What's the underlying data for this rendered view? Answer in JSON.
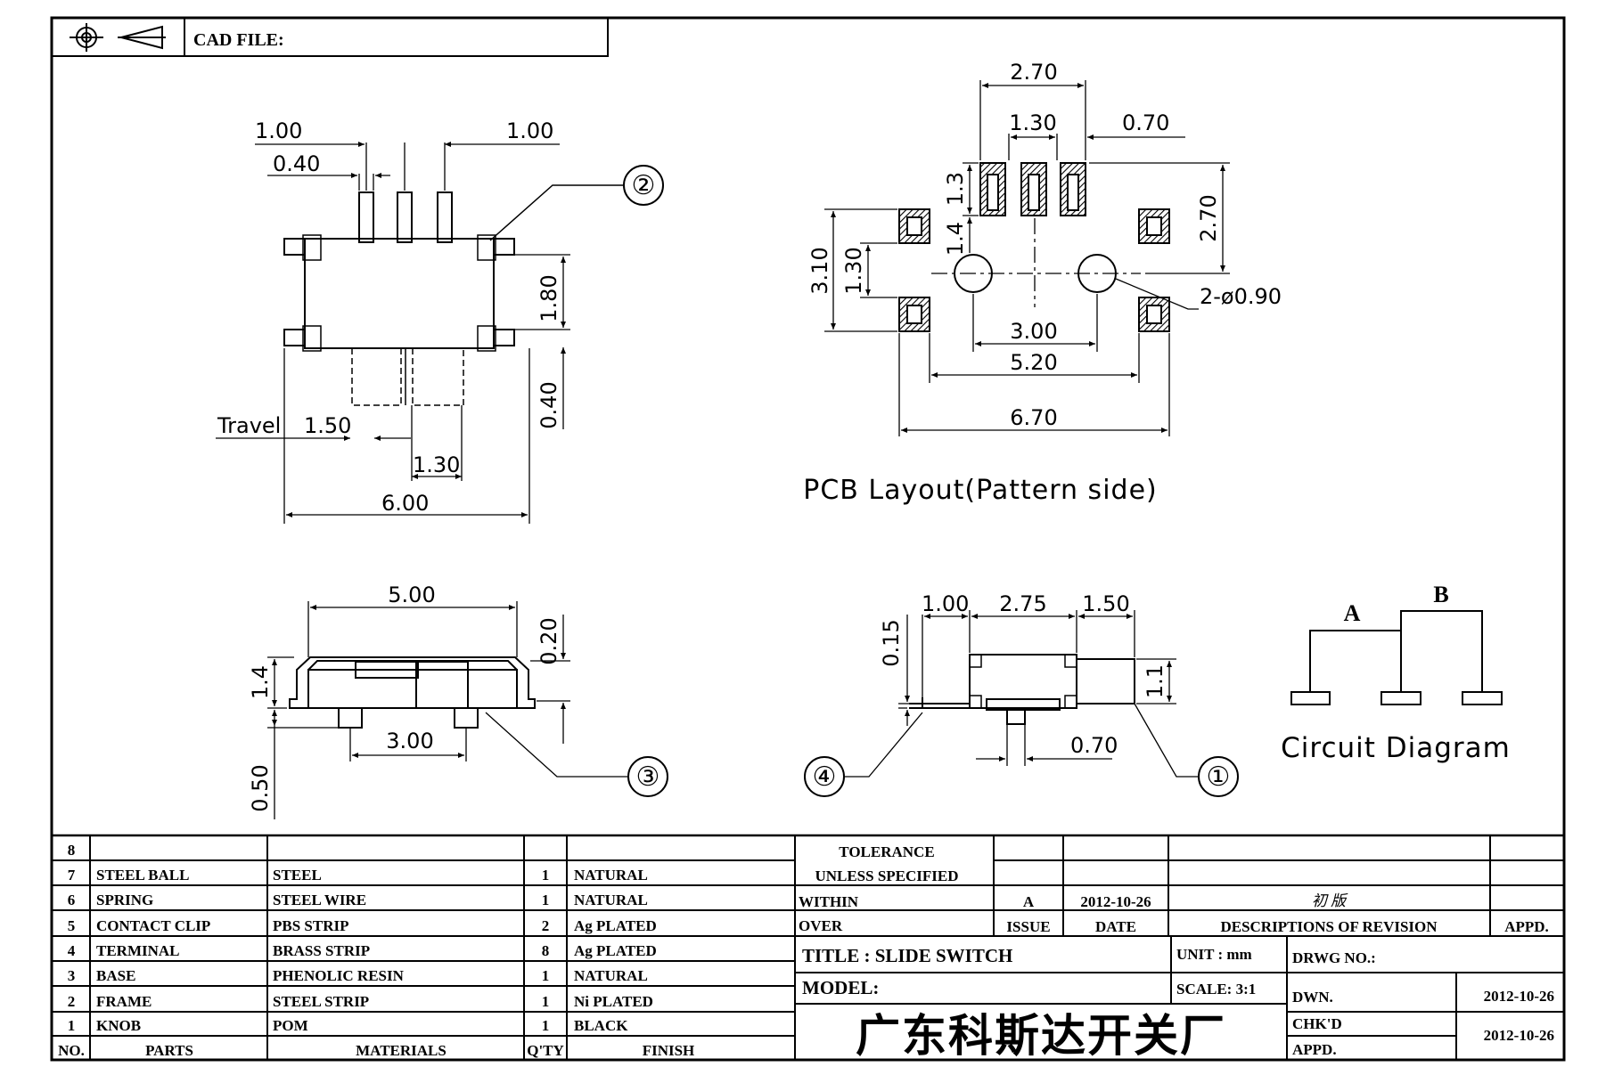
{
  "header": {
    "cad_file_label": "CAD FILE:",
    "projection_icon": "third-angle-projection-icon"
  },
  "top_view": {
    "dims": {
      "pin_pitch_left": "1.00",
      "pin_width": "0.40",
      "pin_pitch_right": "1.00",
      "body_height": "1.80",
      "knob_ext": "0.40",
      "travel_label": "Travel",
      "travel": "1.50",
      "knob_width": "1.30",
      "overall_width": "6.00"
    },
    "callout": "②"
  },
  "pcb_layout": {
    "title": "PCB Layout(Pattern side)",
    "dims": {
      "pad_span": "2.70",
      "pad_pitch": "1.30",
      "pad_width": "0.70",
      "pad_height": "1.3",
      "pad_to_hole": "1.4",
      "side_height": "2.70",
      "outer_height": "3.10",
      "hole_offset": "1.30",
      "holes": "2-ø0.90",
      "hole_spacing": "3.00",
      "inner_span": "5.20",
      "outer_span": "6.70"
    }
  },
  "front_view": {
    "dims": {
      "length": "5.00",
      "top_thickness": "0.20",
      "height": "1.4",
      "peg_spacing": "3.00",
      "peg_height": "0.50"
    },
    "callout": "③"
  },
  "side_view": {
    "dims": {
      "thick": "0.15",
      "a": "1.00",
      "b": "2.75",
      "c": "1.50",
      "knob_height": "1.1",
      "ball_offset": "0.70"
    },
    "callout_left": "④",
    "callout_right": "①"
  },
  "circuit": {
    "label_a": "A",
    "label_b": "B",
    "title": "Circuit Diagram"
  },
  "bom": {
    "headers": [
      "NO.",
      "PARTS",
      "MATERIALS",
      "Q'TY",
      "FINISH"
    ],
    "rows": [
      {
        "no": "8",
        "part": "",
        "material": "",
        "qty": "",
        "finish": ""
      },
      {
        "no": "7",
        "part": "STEEL BALL",
        "material": "STEEL",
        "qty": "1",
        "finish": "NATURAL"
      },
      {
        "no": "6",
        "part": "SPRING",
        "material": "STEEL WIRE",
        "qty": "1",
        "finish": "NATURAL"
      },
      {
        "no": "5",
        "part": "CONTACT CLIP",
        "material": "PBS STRIP",
        "qty": "2",
        "finish": "Ag PLATED"
      },
      {
        "no": "4",
        "part": "TERMINAL",
        "material": "BRASS STRIP",
        "qty": "8",
        "finish": "Ag PLATED"
      },
      {
        "no": "3",
        "part": "BASE",
        "material": "PHENOLIC RESIN",
        "qty": "1",
        "finish": "NATURAL"
      },
      {
        "no": "2",
        "part": "FRAME",
        "material": "STEEL STRIP",
        "qty": "1",
        "finish": "Ni PLATED"
      },
      {
        "no": "1",
        "part": "KNOB",
        "material": "POM",
        "qty": "1",
        "finish": "BLACK"
      }
    ]
  },
  "title_block": {
    "tolerance": "TOLERANCE",
    "unless": "UNLESS   SPECIFIED",
    "within": "WITHIN",
    "over": "OVER",
    "rev_issue": "A",
    "rev_date": "2012-10-26",
    "rev_desc": "初 版",
    "issue_header": "ISSUE",
    "date_header": "DATE",
    "desc_header": "DESCRIPTIONS OF REVISION",
    "appd_header": "APPD.",
    "title": "TITLE : SLIDE SWITCH",
    "unit": "UNIT :  mm",
    "drwg_no": "DRWG NO.:",
    "model": "MODEL:",
    "scale": "SCALE:  3:1",
    "dwn": "DWN.",
    "dwn_date": "2012-10-26",
    "chkd": "CHK'D",
    "chkd_date": "2012-10-26",
    "appd": "APPD.",
    "company": "广东科斯达开关厂"
  }
}
